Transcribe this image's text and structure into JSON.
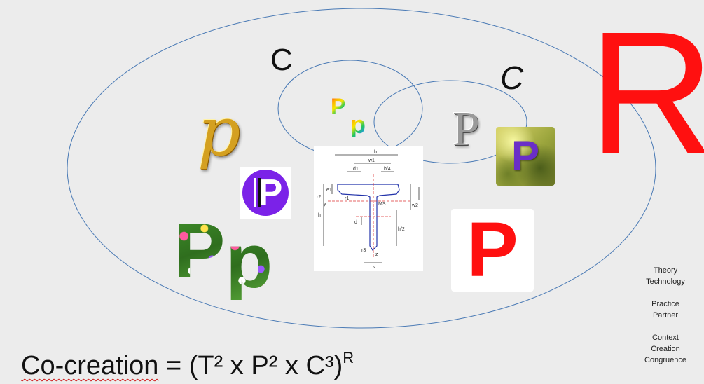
{
  "letters": {
    "c_left": "C",
    "c_right": "C",
    "big_r": "R",
    "gold_p": "p",
    "rainbow_upper": "P",
    "rainbow_lower": "p",
    "silver_p": "P",
    "stone_p": "P",
    "logo_p": "P",
    "flower_upper": "P",
    "flower_lower": "p",
    "red_p": "P"
  },
  "technical_drawing": {
    "labels": [
      "b",
      "w1",
      "d1",
      "b/4",
      "e1",
      "r2",
      "r1",
      "y",
      "MS",
      "w2",
      "h",
      "d",
      "h/2",
      "r3",
      "z",
      "s"
    ]
  },
  "side_labels": {
    "group1": [
      "Theory",
      "Technology"
    ],
    "group2": [
      "Practice",
      "Partner"
    ],
    "group3": [
      "Context",
      "Creation",
      "Congruence"
    ]
  },
  "formula": {
    "word": "Co-creation",
    "rest": " = (T² x P² x C³)",
    "exponent": "R"
  },
  "colors": {
    "ellipse_stroke": "#4a7ab5",
    "big_r": "#ff1010",
    "red_card_letter": "#ff1010",
    "logo_purple": "#7b22e8",
    "stone_letter": "#6a2ec7"
  }
}
